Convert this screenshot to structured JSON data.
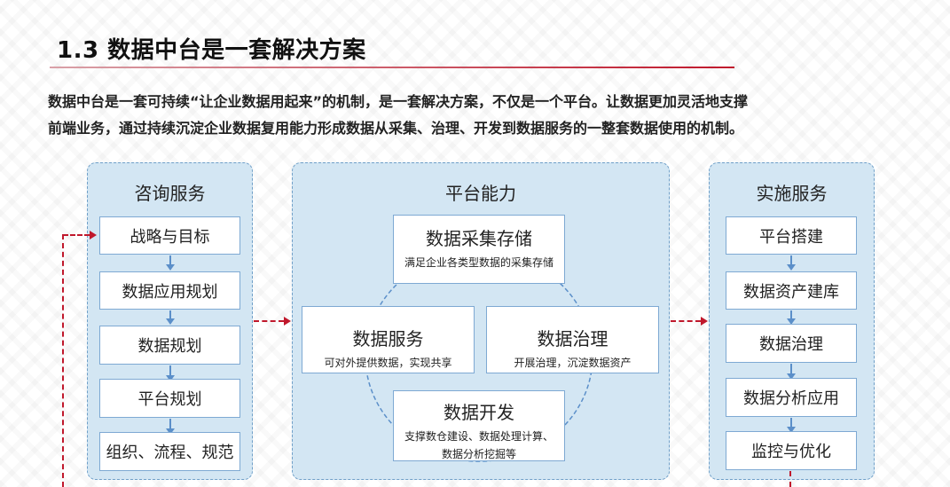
{
  "title": "1.3 数据中台是一套解决方案",
  "intro": {
    "line1": "数据中台是一套可持续“让企业数据用起来”的机制，是一套解决方案，不仅是一个平台。让数据更加灵活地支撑",
    "line2": "前端业务，通过持续沉淀企业数据复用能力形成数据从采集、治理、开发到数据服务的一整套数据使用的机制。"
  },
  "consulting": {
    "title": "咨询服务",
    "steps": [
      "战略与目标",
      "数据应用规划",
      "数据规划",
      "平台规划",
      "组织、流程、规范"
    ]
  },
  "platform": {
    "title": "平台能力",
    "capabilities": [
      {
        "title": "数据采集存储",
        "desc": "满足企业各类型数据的采集存储"
      },
      {
        "title": "数据服务",
        "desc": "可对外提供数据，实现共享"
      },
      {
        "title": "数据治理",
        "desc": "开展治理，沉淀数据资产"
      },
      {
        "title": "数据开发",
        "desc": "支撑数仓建设、数据处理计算、数据分析挖掘等"
      }
    ]
  },
  "implementation": {
    "title": "实施服务",
    "steps": [
      "平台搭建",
      "数据资产建库",
      "数据治理",
      "数据分析应用",
      "监控与优化"
    ]
  },
  "colors": {
    "accent_red": "#c0182c",
    "panel_fill": "#d3e6f3",
    "box_border": "#7ea9d3"
  }
}
